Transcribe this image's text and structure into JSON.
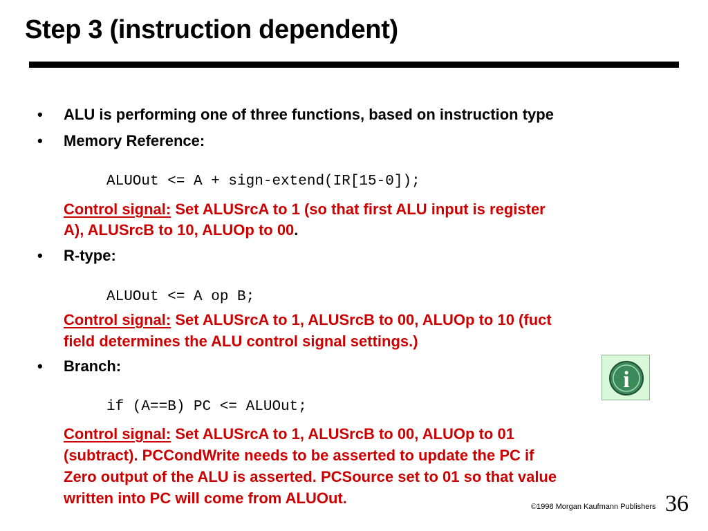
{
  "slide": {
    "title": "Step 3 (instruction dependent)",
    "bullets": {
      "alu_functions": "ALU is performing one of three functions, based on instruction type",
      "memory_reference": {
        "heading": "Memory Reference:",
        "code": "ALUOut <= A + sign-extend(IR[15-0]);",
        "control_label": "Control signal:",
        "control_line1": "Set ALUSrcA to 1 (so that first ALU input is register",
        "control_line2": "A), ALUSrcB to 10, ALUOp to 00",
        "control_period": "."
      },
      "r_type": {
        "heading": "R-type:",
        "code": "ALUOut <= A op B;",
        "control_label": "Control signal:",
        "control_line1": "Set ALUSrcA to 1, ALUSrcB to 00, ALUOp to 10 (fuct",
        "control_line2": "field determines the ALU control signal settings.)"
      },
      "branch": {
        "heading": "Branch:",
        "code": "if (A==B) PC <= ALUOut;",
        "control_label": "Control signal:",
        "control_line1": "Set ALUSrcA to 1, ALUSrcB to 00, ALUOp to 01",
        "control_line2": "(subtract). PCCondWrite needs to be asserted to update the PC if",
        "control_line3": "Zero output of the ALU is asserted. PCSource set to 01 so that value",
        "control_line4": "written into PC will come from ALUOut."
      }
    },
    "bullet_glyph": "•",
    "info_icon": {
      "icon": "info-icon",
      "glyph": "i"
    },
    "footer": {
      "copyright_symbol": "©",
      "copyright_text": "1998 Morgan Kaufmann Publishers",
      "page_number": "36"
    },
    "colors": {
      "text": "#000000",
      "control_text": "#cc0000",
      "info_bg": "#d9f7d9",
      "info_icon_fill": "#3a8a5a"
    }
  }
}
